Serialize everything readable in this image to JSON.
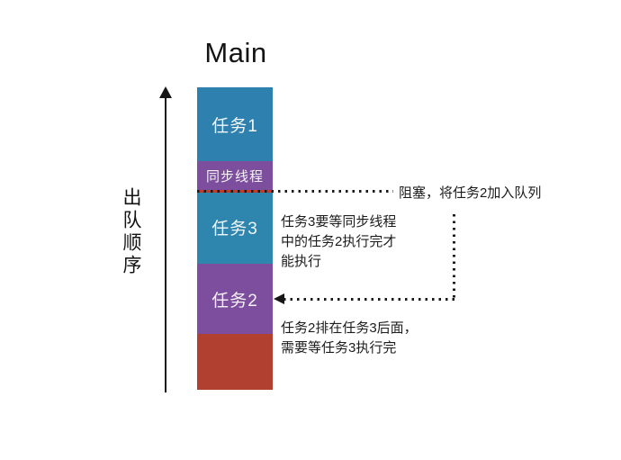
{
  "diagram": {
    "title": "Main",
    "axis_label": "出队顺序",
    "queue_blocks": [
      {
        "name": "task1",
        "label": "任务1",
        "color": "#2e80ae",
        "height": 82,
        "label_size": 19
      },
      {
        "name": "sync-thread",
        "label": "同步线程",
        "color": "#7c4e9d",
        "height": 33,
        "label_size": 15
      },
      {
        "name": "task3",
        "label": "任务3",
        "color": "#2e85ae",
        "height": 81,
        "label_size": 19
      },
      {
        "name": "task2",
        "label": "任务2",
        "color": "#7c4e9d",
        "height": 78,
        "label_size": 19
      },
      {
        "name": "tail",
        "label": "",
        "color": "#b14031",
        "height": 62,
        "label_size": 19
      }
    ],
    "notes": {
      "blocking": "阻塞，将任务2加入队列",
      "task3_wait": "任务3要等同步线程\n中的任务2执行完才\n能执行",
      "task2_wait": "任务2排在任务3后面，\n需要等任务3执行完"
    },
    "colors": {
      "dotted_line": "#1a1a1a",
      "block_marker": "#c23a28",
      "text": "#1c1c1c",
      "background": "#ffffff"
    }
  }
}
